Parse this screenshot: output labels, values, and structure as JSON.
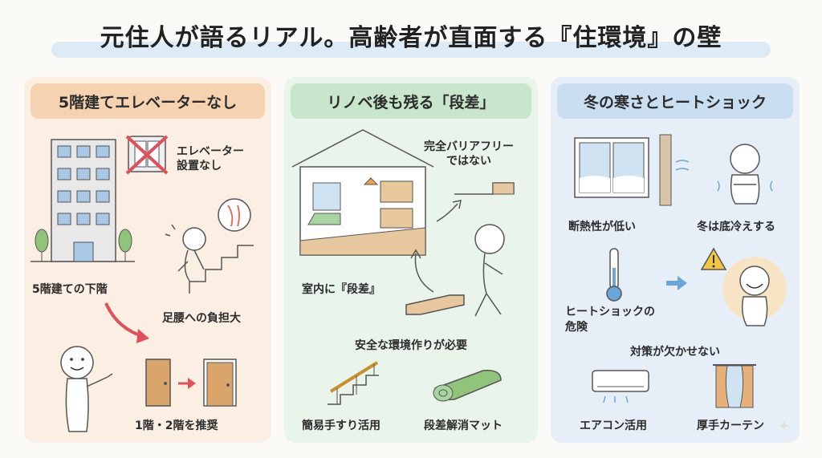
{
  "title": "元住人が語るリアル。高齢者が直面する『住環境』の壁",
  "panels": [
    {
      "heading": "5階建てエレベーターなし",
      "labels": {
        "no_elevator": "エレベーター\n設置なし",
        "building": "5階建ての下階",
        "burden": "足腰への負担大",
        "recommend": "1階・2階を推奨"
      }
    },
    {
      "heading": "リノベ後も残る「段差」",
      "labels": {
        "not_barrier_free": "完全バリアフリー\nではない",
        "indoor_step": "室内に『段差』",
        "safe_env": "安全な環境作りが必要",
        "handrail": "簡易手すり活用",
        "mat": "段差解消マット"
      }
    },
    {
      "heading": "冬の寒さとヒートショック",
      "labels": {
        "low_insulation": "断熱性が低い",
        "cold": "冬は底冷えする",
        "heat_shock": "ヒートショックの\n危険",
        "countermeasure": "対策が欠かせない",
        "aircon": "エアコン活用",
        "curtain": "厚手カーテン"
      }
    }
  ],
  "colors": {
    "panel1": "#fbeee2",
    "panel2": "#e9f4ea",
    "panel3": "#e6eff8",
    "accent_red": "#e0505a",
    "accent_orange": "#f2a24a"
  }
}
